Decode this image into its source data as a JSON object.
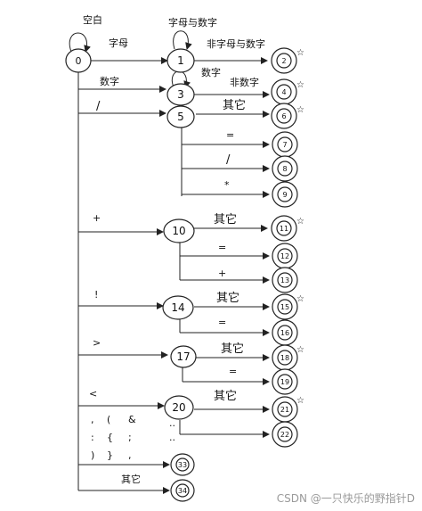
{
  "diagram": {
    "labels": {
      "blank": "空白",
      "letter": "字母",
      "letter_or_digit": "字母与数字",
      "non_letter_digit": "非字母与数字",
      "digit_a": "数字",
      "digit_b": "数字",
      "non_digit": "非数字",
      "slash": "/",
      "other_5": "其它",
      "eq_5": "=",
      "slash_5": "/",
      "star_5": "*",
      "plus": "+",
      "other_10": "其它",
      "eq_10": "=",
      "plus_10": "+",
      "bang": "!",
      "other_14": "其它",
      "eq_14": "=",
      "gt": ">",
      "other_17": "其它",
      "eq_17": "=",
      "lt": "<",
      "other_20": "其它",
      "dots": "··",
      "delims_r1": [
        ",",
        "(",
        "&"
      ],
      "delims_r2": [
        ":",
        "{",
        ";"
      ],
      "delims_r3": [
        ")",
        "}",
        ","
      ],
      "other_last": "其它"
    },
    "nodes": {
      "n0": "0",
      "n1": "1",
      "n2": "2",
      "n3": "3",
      "n4": "4",
      "n5": "5",
      "n6": "6",
      "n7": "7",
      "n8": "8",
      "n9": "9",
      "n10": "10",
      "n11": "11",
      "n12": "12",
      "n13": "13",
      "n14": "14",
      "n15": "15",
      "n16": "16",
      "n17": "17",
      "n18": "18",
      "n19": "19",
      "n20": "20",
      "n21": "21",
      "n22": "22",
      "n33": "33",
      "n34": "34"
    },
    "retract_mark": "☆"
  },
  "watermark": "CSDN @一只快乐的野指针D"
}
